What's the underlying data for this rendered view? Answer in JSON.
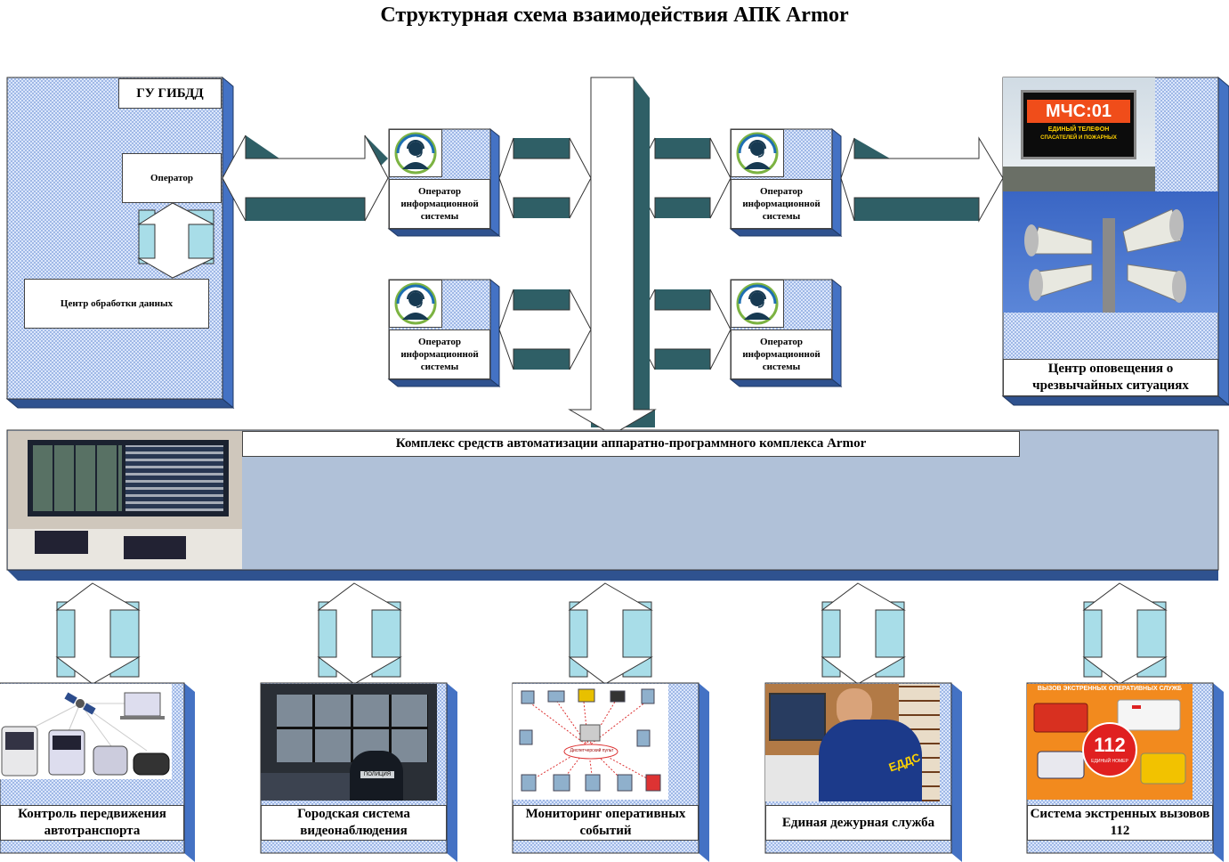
{
  "title": "Структурная схема взаимодействия АПК Armor",
  "gibdd": {
    "title": "ГУ ГИБДД",
    "operator": "Оператор",
    "dpc": "Центр обработки данных"
  },
  "operators": [
    {
      "label": "Оператор информационной системы"
    },
    {
      "label": "Оператор информационной системы"
    },
    {
      "label": "Оператор информационной системы"
    },
    {
      "label": "Оператор информационной системы"
    }
  ],
  "alert_center": {
    "label": "Центр оповещения о чрезвычайных ситуациях",
    "sign_main": "МЧС:01",
    "sign_sub1": "ЕДИНЫЙ ТЕЛЕФОН",
    "sign_sub2": "СПАСАТЕЛЕЙ И ПОЖАРНЫХ"
  },
  "complex": {
    "label": "Комплекс средств автоматизации аппаратно-программного комплекса Armor"
  },
  "bottom": [
    {
      "label": "Контроль передвижения автотранспорта"
    },
    {
      "label": "Городская система видеонаблюдения"
    },
    {
      "label": "Мониторинг оперативных событий"
    },
    {
      "label": "Единая дежурная служба"
    },
    {
      "label": "Система экстренных вызовов 112"
    }
  ],
  "emergency_picture": {
    "banner": "ВЫЗОВ ЭКСТРЕННЫХ ОПЕРАТИВНЫХ СЛУЖБ",
    "number": "112",
    "number_sub": "ЕДИНЫЙ НОМЕР"
  },
  "edds_picture": {
    "badge": "ЕДДС"
  },
  "police_picture": {
    "badge": "ПОЛИЦИЯ"
  },
  "monitoring_picture": {
    "center": "Диспетчерский пульт"
  },
  "colors": {
    "hatch_blue": "#9fb8e6",
    "side_blue": "#4472c4",
    "arrow_dark": "#2f5f66",
    "arrow_light": "#a8dde8",
    "complex_fill": "#b0c1d8"
  }
}
